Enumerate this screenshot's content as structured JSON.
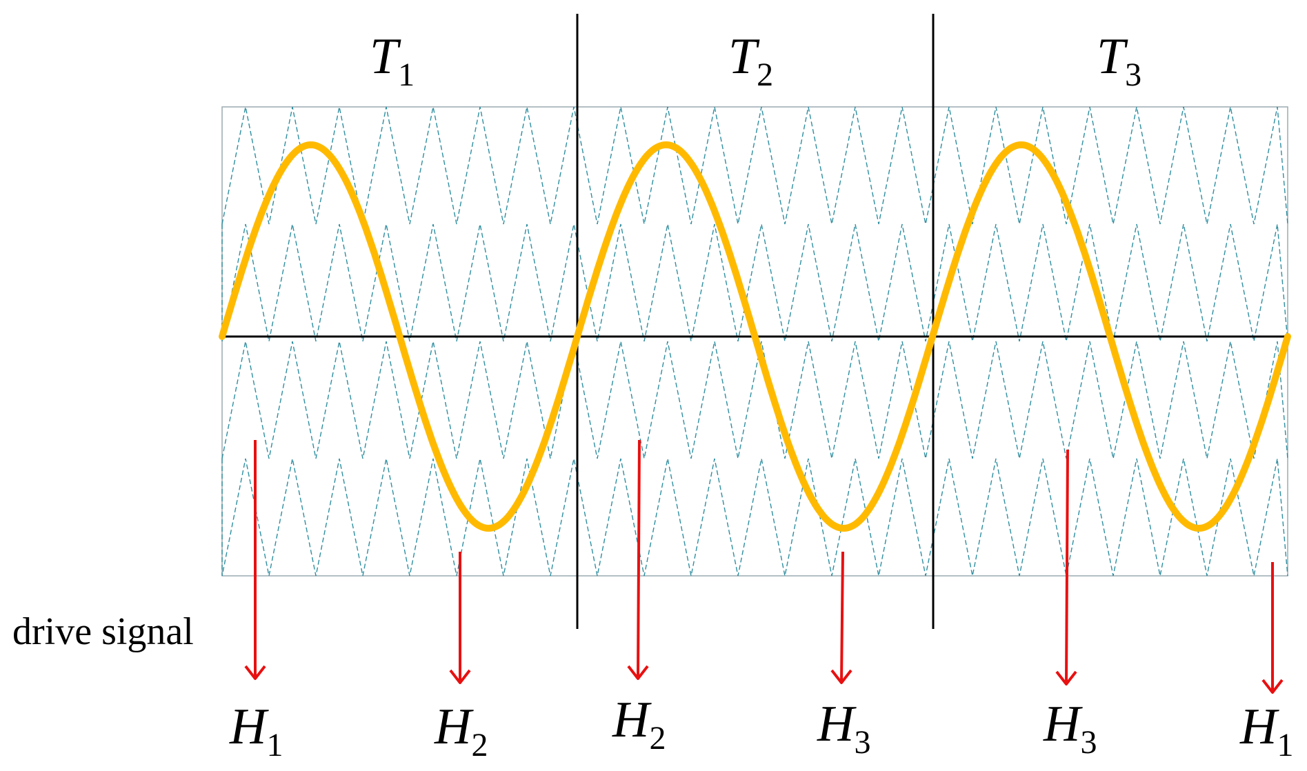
{
  "colors": {
    "sine": "#ffba00",
    "carrier": "#2e8ea0",
    "frame": "#9aaab0",
    "divider": "#000000",
    "arrow": "#e81010",
    "text": "#000000"
  },
  "periods": [
    {
      "letter": "T",
      "index": "1"
    },
    {
      "letter": "T",
      "index": "2"
    },
    {
      "letter": "T",
      "index": "3"
    }
  ],
  "drive_label": "drive signal",
  "outputs": [
    {
      "letter": "H",
      "index": "1"
    },
    {
      "letter": "H",
      "index": "2"
    },
    {
      "letter": "H",
      "index": "2"
    },
    {
      "letter": "H",
      "index": "3"
    },
    {
      "letter": "H",
      "index": "3"
    },
    {
      "letter": "H",
      "index": "1"
    }
  ],
  "reference_waveform": {
    "shape": "sine",
    "cycles": 3,
    "color": "sine"
  },
  "carrier_waveform": {
    "shape": "triangle",
    "bands": 4,
    "line_style": "dashed",
    "color": "carrier"
  }
}
